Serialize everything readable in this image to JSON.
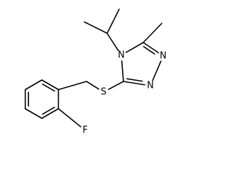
{
  "diagram": {
    "type": "chemical-structure",
    "atoms": [
      {
        "id": "a1",
        "label": "",
        "element": "C",
        "ring": "benzene"
      },
      {
        "id": "a2",
        "label": "",
        "element": "C",
        "ring": "benzene"
      },
      {
        "id": "a3",
        "label": "",
        "element": "C",
        "ring": "benzene"
      },
      {
        "id": "a4",
        "label": "",
        "element": "C",
        "ring": "benzene"
      },
      {
        "id": "a5",
        "label": "",
        "element": "C",
        "ring": "benzene"
      },
      {
        "id": "a6",
        "label": "",
        "element": "C",
        "ring": "benzene"
      },
      {
        "id": "ch2",
        "label": "",
        "element": "C"
      },
      {
        "id": "s",
        "label": "S",
        "element": "S"
      },
      {
        "id": "f",
        "label": "F",
        "element": "F"
      },
      {
        "id": "c3",
        "label": "",
        "element": "C",
        "ring": "triazole"
      },
      {
        "id": "n4",
        "label": "N",
        "element": "N",
        "ring": "triazole"
      },
      {
        "id": "c5",
        "label": "",
        "element": "C",
        "ring": "triazole"
      },
      {
        "id": "n1",
        "label": "N",
        "element": "N",
        "ring": "triazole"
      },
      {
        "id": "n2",
        "label": "N",
        "element": "N",
        "ring": "triazole"
      },
      {
        "id": "ipr_ch",
        "label": "",
        "element": "C"
      },
      {
        "id": "ipr_me1",
        "label": "",
        "element": "C"
      },
      {
        "id": "ipr_me2",
        "label": "",
        "element": "C"
      },
      {
        "id": "methyl",
        "label": "",
        "element": "C"
      }
    ],
    "bonds": [
      {
        "from": "a1",
        "to": "a2",
        "order": 1
      },
      {
        "from": "a2",
        "to": "a3",
        "order": 2
      },
      {
        "from": "a3",
        "to": "a4",
        "order": 1
      },
      {
        "from": "a4",
        "to": "a5",
        "order": 2
      },
      {
        "from": "a5",
        "to": "a6",
        "order": 1
      },
      {
        "from": "a6",
        "to": "a1",
        "order": 2
      },
      {
        "from": "a2",
        "to": "ch2",
        "order": 1
      },
      {
        "from": "a1",
        "to": "f",
        "order": 1
      },
      {
        "from": "ch2",
        "to": "s",
        "order": 1
      },
      {
        "from": "s",
        "to": "c3",
        "order": 1
      },
      {
        "from": "c3",
        "to": "n4",
        "order": 1
      },
      {
        "from": "n4",
        "to": "c5",
        "order": 1
      },
      {
        "from": "c5",
        "to": "n1",
        "order": 2
      },
      {
        "from": "n1",
        "to": "n2",
        "order": 1
      },
      {
        "from": "n2",
        "to": "c3",
        "order": 2
      },
      {
        "from": "n4",
        "to": "ipr_ch",
        "order": 1
      },
      {
        "from": "ipr_ch",
        "to": "ipr_me1",
        "order": 1
      },
      {
        "from": "ipr_ch",
        "to": "ipr_me2",
        "order": 1
      },
      {
        "from": "c5",
        "to": "methyl",
        "order": 1
      }
    ],
    "colors": {
      "bond": "#000000",
      "label": "#000000",
      "background": "#ffffff"
    }
  }
}
